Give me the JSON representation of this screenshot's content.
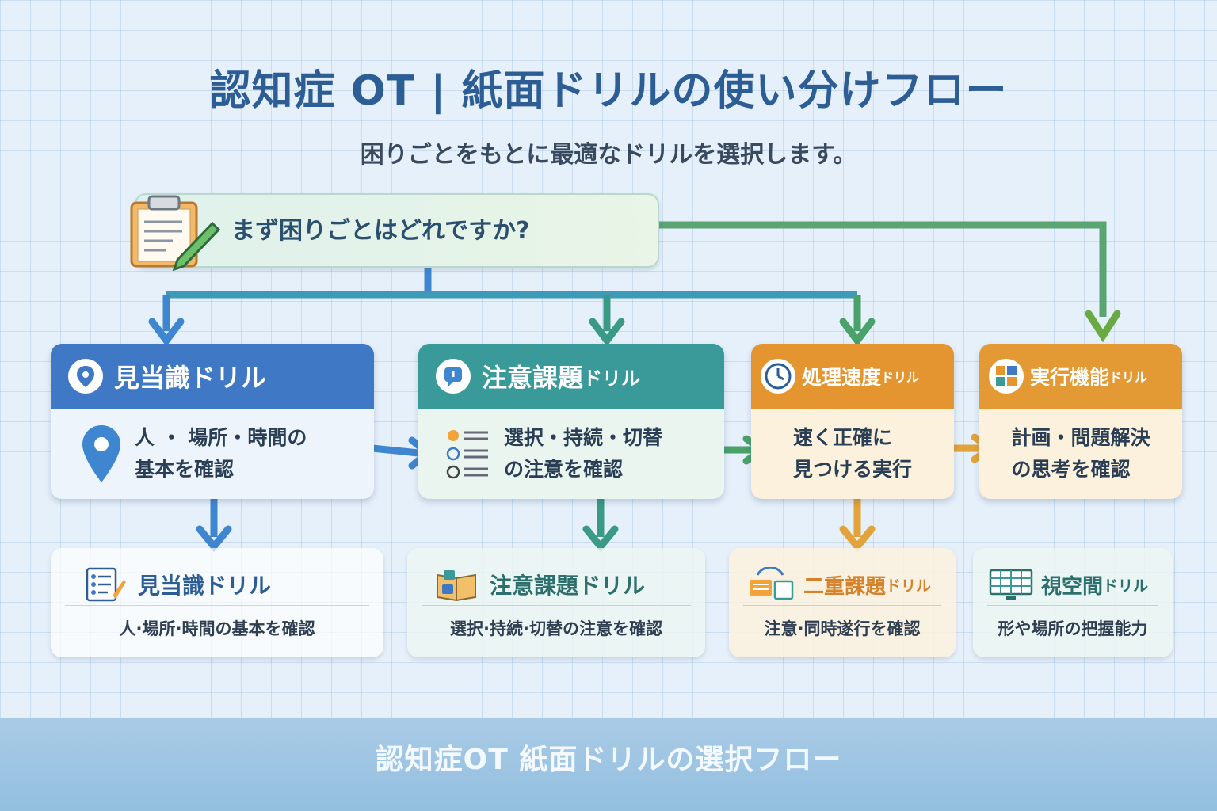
{
  "title": "認知症 OT | 紙面ドリルの使い分けフロー",
  "subtitle": "困りごとをもとに最適なドリルを選択します。",
  "question": "まず困りごとはどれですか?",
  "categories": [
    {
      "label": "見当識ドリル",
      "body1": "人 ・ 場所・時間の",
      "body2": "基本を確認",
      "color": "#3f78c4"
    },
    {
      "label": "注意課題",
      "label_small": "ドリル",
      "body1": "選択・持続・切替",
      "body2": "の注意を確認",
      "color": "#3a9a9a"
    },
    {
      "label": "処理速度",
      "label_small": "ドリル",
      "body1": "速く正確に",
      "body2": "見つける実行",
      "color": "#e4952f"
    },
    {
      "label": "実行機能",
      "label_small": "ドリル",
      "body1": "計画・問題解決",
      "body2": "の思考を確認",
      "color": "#e49a34"
    }
  ],
  "results": [
    {
      "label": "見当識ドリル",
      "desc": "人·場所·時間の基本を確認",
      "color": "#2d5d95"
    },
    {
      "label": "注意課題ドリル",
      "desc": "選択·持続·切替の注意を確認",
      "color": "#2c6f6c"
    },
    {
      "label": "二重課題",
      "label_small": "ドリル",
      "desc": "注意·同時遂行を確認",
      "color": "#d6822a"
    },
    {
      "label": "視空間",
      "label_small": "ドリル",
      "desc": "形や場所の把握能力",
      "color": "#2c6f6c"
    }
  ],
  "footer": "認知症OT 紙面ドリルの選択フロー",
  "icons": [
    "clipboard-icon",
    "location-pin-icon",
    "speech-bubble-icon",
    "clock-icon",
    "puzzle-icon",
    "checklist-icon",
    "book-icon",
    "devices-icon",
    "grid-monitor-icon"
  ]
}
